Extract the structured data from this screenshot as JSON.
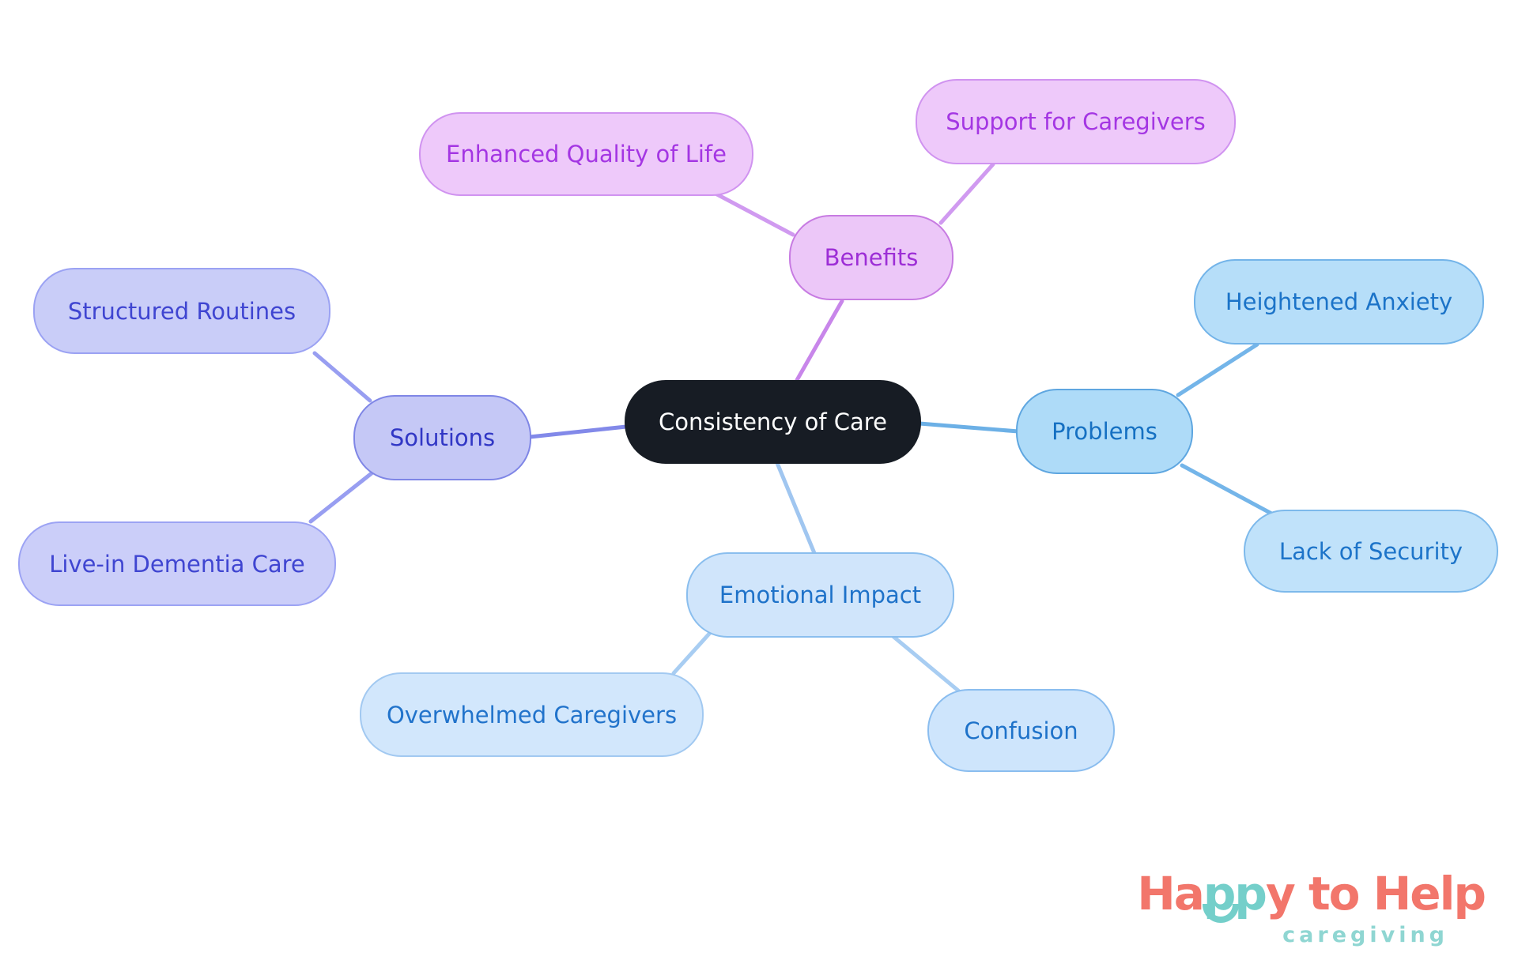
{
  "page": {
    "background_color": "#ffffff",
    "type": "mind-map"
  },
  "mindmap": {
    "center": {
      "label": "Consistency of Care",
      "fill": "#171c24",
      "text_color": "#ffffff"
    },
    "branches": [
      {
        "label": "Benefits",
        "fill": "#ecc7f8",
        "border_color": "#c77be2",
        "text_color": "#9d2ed6",
        "edge_color": "#c886ea",
        "children": [
          {
            "label": "Enhanced Quality of Life",
            "fill": "#eec9fa",
            "border_color": "#d093f0",
            "text_color": "#a436e3"
          },
          {
            "label": "Support for Caregivers",
            "fill": "#eec9fa",
            "border_color": "#d093f0",
            "text_color": "#a436e3"
          }
        ]
      },
      {
        "label": "Problems",
        "fill": "#aedbf8",
        "border_color": "#5ea6e0",
        "text_color": "#1570c2",
        "edge_color": "#6cb0e6",
        "children": [
          {
            "label": "Heightened Anxiety",
            "fill": "#b6def9",
            "border_color": "#73b4e9",
            "text_color": "#1b73c8"
          },
          {
            "label": "Lack of Security",
            "fill": "#c0e2fa",
            "border_color": "#7db9eb",
            "text_color": "#1d74c9"
          }
        ]
      },
      {
        "label": "Emotional Impact",
        "fill": "#d0e5fb",
        "border_color": "#8abeee",
        "text_color": "#1e72c9",
        "edge_color": "#a0c6f0",
        "children": [
          {
            "label": "Overwhelmed Caregivers",
            "fill": "#d2e7fc",
            "border_color": "#a2c9f1",
            "text_color": "#2173cb"
          },
          {
            "label": "Confusion",
            "fill": "#cee5fc",
            "border_color": "#8abdef",
            "text_color": "#1e72c9"
          }
        ]
      },
      {
        "label": "Solutions",
        "fill": "#c5c8f6",
        "border_color": "#7f86e6",
        "text_color": "#3137c5",
        "edge_color": "#8289e9",
        "children": [
          {
            "label": "Structured Routines",
            "fill": "#c9cdf8",
            "border_color": "#9ba2f3",
            "text_color": "#3f45d1"
          },
          {
            "label": "Live-in Dementia Care",
            "fill": "#cbcef9",
            "border_color": "#9ca3f4",
            "text_color": "#3f45d1"
          }
        ]
      }
    ]
  },
  "logo": {
    "word_start": "Ha",
    "word_pp": "pp",
    "word_end": "y to Help",
    "tagline": "caregiving",
    "coral": "#f2766b",
    "teal": "#74cfca"
  }
}
